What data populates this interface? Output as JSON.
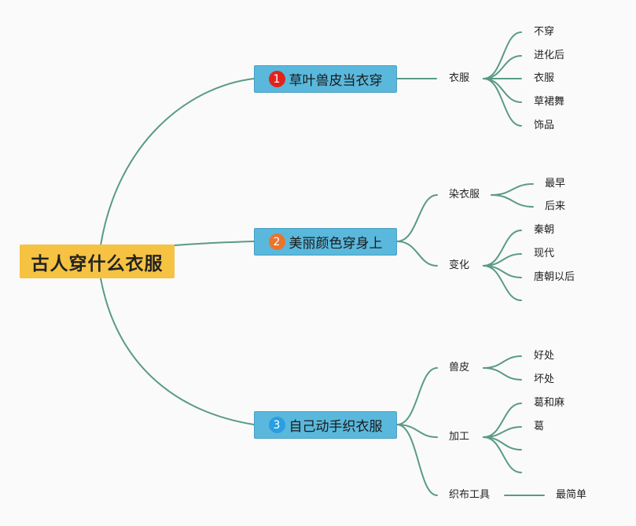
{
  "root": {
    "label": "古人穿什么衣服"
  },
  "branches": [
    {
      "num": "1",
      "badge_color": "#e0241c",
      "label": "草叶兽皮当衣穿",
      "sub": [
        {
          "label": "衣服",
          "children": [
            "不穿",
            "进化后",
            "衣服",
            "草裙舞",
            "饰品"
          ]
        }
      ]
    },
    {
      "num": "2",
      "badge_color": "#e8752c",
      "label": "美丽颜色穿身上",
      "sub": [
        {
          "label": "染衣服",
          "children": [
            "最早",
            "后来"
          ]
        },
        {
          "label": "变化",
          "children": [
            "秦朝",
            "现代",
            "唐朝以后",
            ""
          ]
        }
      ]
    },
    {
      "num": "3",
      "badge_color": "#2a9ee0",
      "label": "自己动手织衣服",
      "sub": [
        {
          "label": "兽皮",
          "children": [
            "好处",
            "坏处"
          ]
        },
        {
          "label": "加工",
          "children": [
            "葛和麻",
            "葛",
            "",
            ""
          ]
        },
        {
          "label": "织布工具",
          "children": [
            "最简单"
          ]
        }
      ]
    }
  ],
  "colors": {
    "line": "#5a9a86",
    "root_bg": "#f5c242",
    "main_bg": "#5ab8dc"
  }
}
